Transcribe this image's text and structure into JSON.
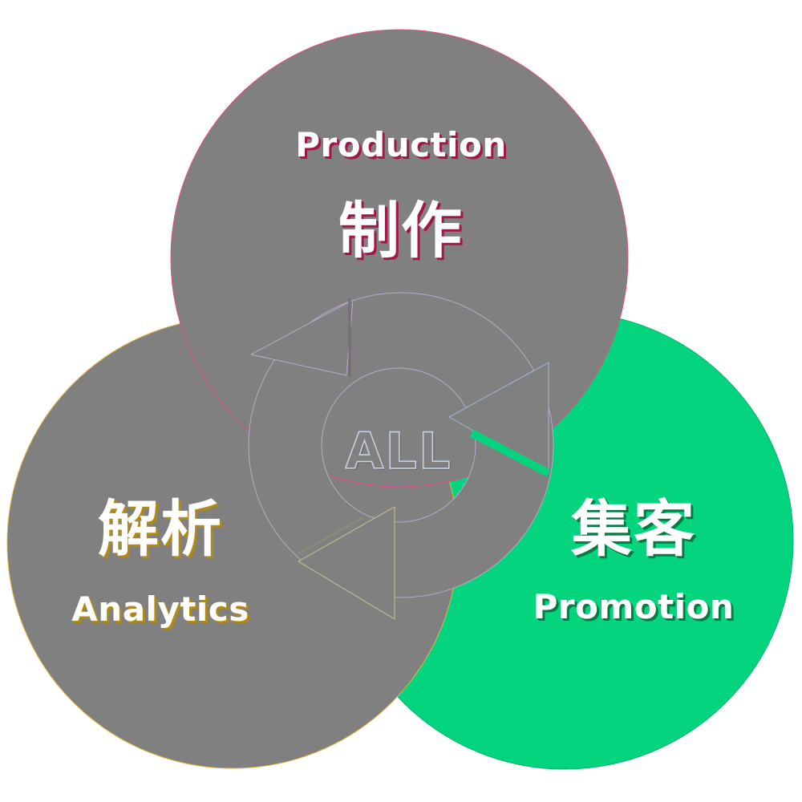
{
  "colors": {
    "production": "#808080",
    "analytics": "#808080",
    "promotion": "#05d47e",
    "hub": "#808080",
    "production_accent": "#a3164a",
    "analytics_accent": "#b08a16",
    "promotion_accent": "#0a7a45"
  },
  "icons": [
    "cycle-arrows-icon"
  ],
  "production": {
    "label_en": "Production",
    "label_jp": "制作"
  },
  "analytics": {
    "label_jp": "解析",
    "label_en": "Analytics"
  },
  "promotion": {
    "label_jp": "集客",
    "label_en": "Promotion"
  },
  "center": {
    "label": "ALL"
  }
}
